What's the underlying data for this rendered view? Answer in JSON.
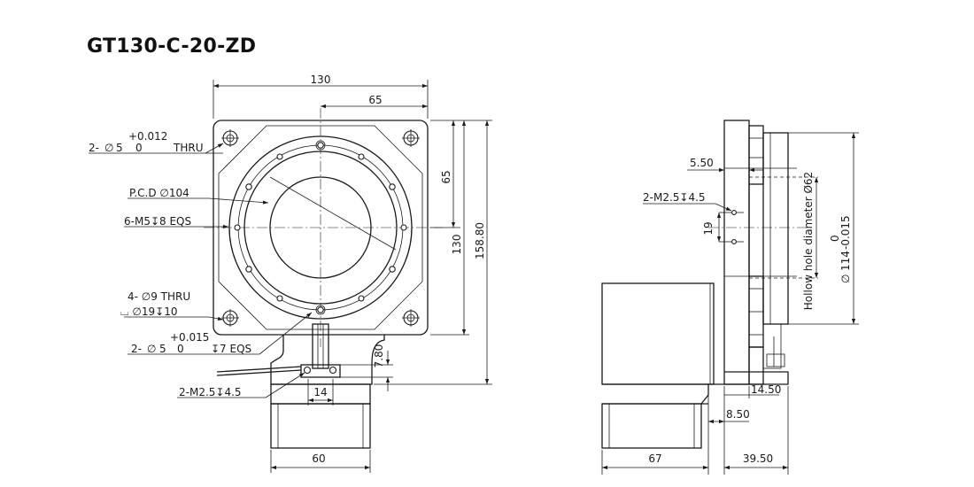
{
  "title": "GT130-C-20-ZD",
  "front_view": {
    "dim_width": "130",
    "dim_half_width": "65",
    "dim_half_height": "65",
    "dim_height": "130",
    "dim_total_height": "158.80",
    "dim_base_width": "60",
    "dim_slot_width": "14",
    "dim_slot_depth": "7.80",
    "callout_corner_holes": {
      "count": "2-",
      "symbol": "∅",
      "size": "5",
      "tol_upper": "+0.012",
      "tol_lower": "0",
      "suffix": "THRU"
    },
    "callout_pcd": "P.C.D ∅104",
    "callout_threads": "6-M5↧8 EQS",
    "callout_thru_holes": "4- ∅9 THRU",
    "callout_counterbore": "⌴ ∅19↧10",
    "callout_pin_holes": {
      "count": "2-",
      "symbol": "∅",
      "size": "5",
      "tol_upper": "+0.015",
      "tol_lower": "0",
      "suffix": "↧7 EQS"
    },
    "callout_bottom_threads": "2-M2.5↧4.5"
  },
  "side_view": {
    "dim_flange_offset": "5.50",
    "callout_threads": "2-M2.5↧4.5",
    "dim_thread_spacing": "19",
    "note_hollow": "Hollow hole diameter Ø62",
    "dim_bore": {
      "symbol": "∅",
      "size": "114",
      "tol_upper": "0",
      "tol_lower": "-0.015"
    },
    "dim_step": "14.50",
    "dim_step_small": "8.50",
    "dim_motor_length": "67",
    "dim_body_length": "39.50"
  }
}
